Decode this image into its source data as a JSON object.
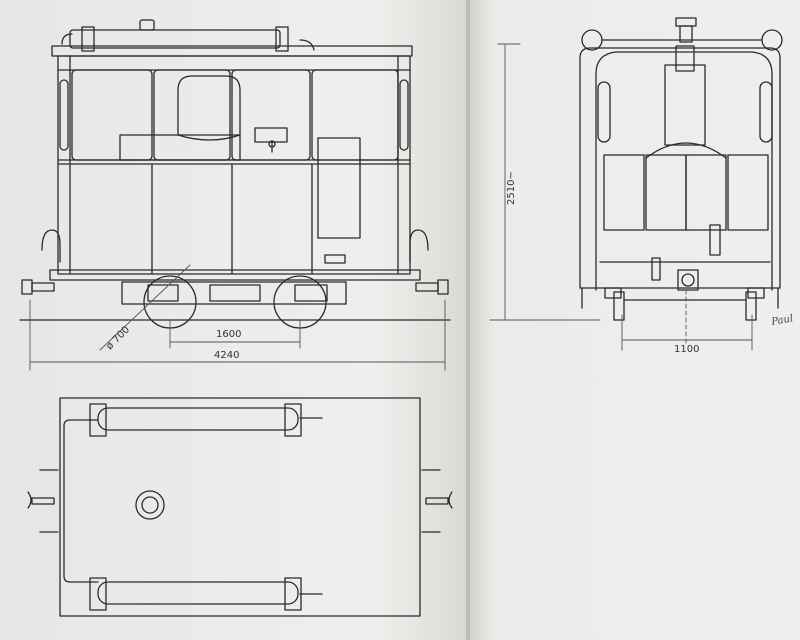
{
  "dimensions": {
    "wheel_diameter": "ø 700",
    "wheelbase": "1600",
    "overall_length": "4240",
    "track_gauge": "1100",
    "height": "2510~"
  },
  "signature": "Paul",
  "colors": {
    "paper": "#ececea",
    "ink": "#2a2a2a",
    "dim_line": "#555555"
  }
}
